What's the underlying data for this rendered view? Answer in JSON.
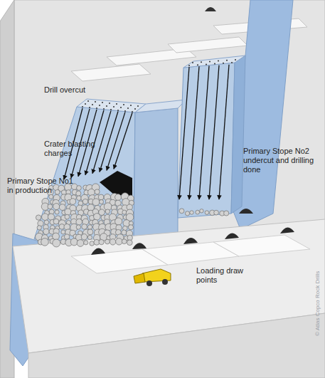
{
  "diagram": {
    "labels": [
      "Drill overcut",
      "Crater blasting charges",
      "Primary Stope No1 in production",
      "Primary Stope No2 undercut and drilling done",
      "Loading draw points",
      "© Atlas Copco Rock Drills"
    ]
  }
}
